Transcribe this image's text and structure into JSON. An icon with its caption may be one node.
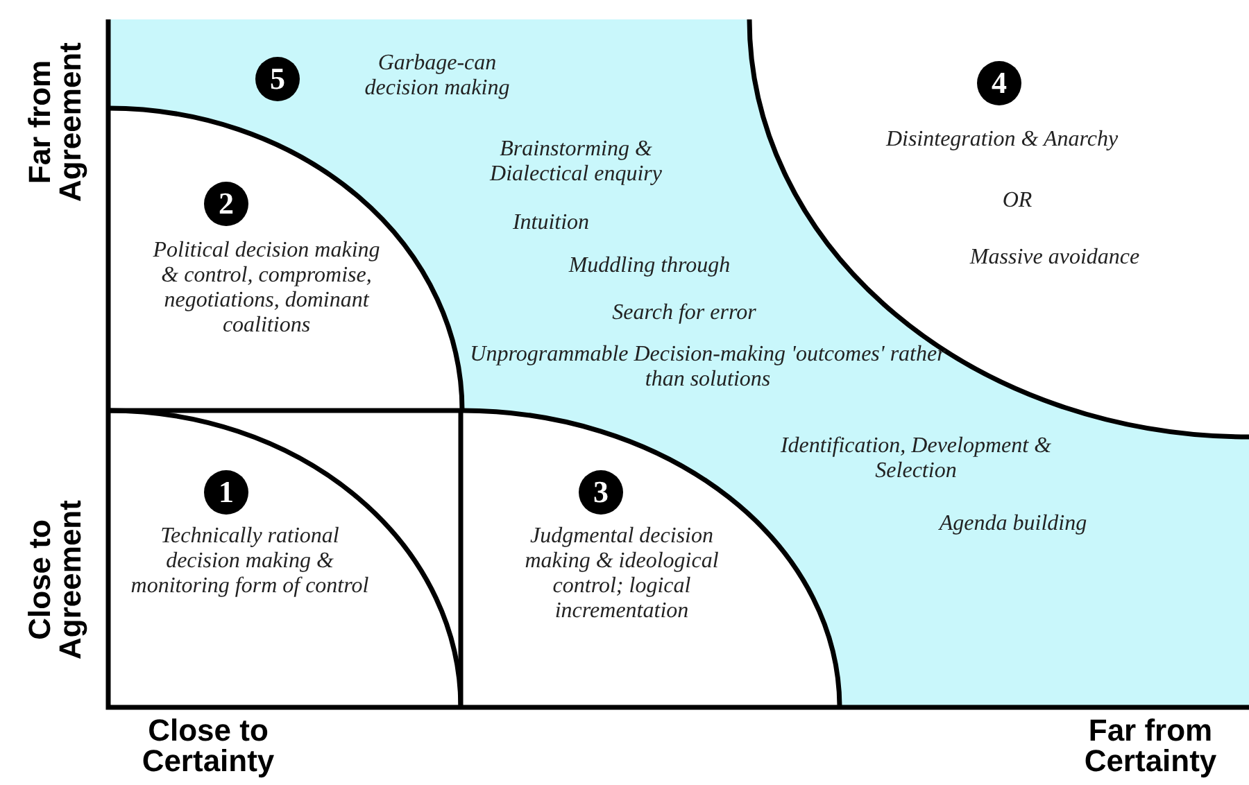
{
  "diagram": {
    "nodes": [
      {
        "text": [
          "Garbage-can decision making",
          "Brainstorming & Dialectical enquiry",
          "Intuition",
          "Muddling through",
          "Search for error",
          "Unprogrammable Decision-making 'outcomes' rather than solutions",
          "Identification, Development & Selection",
          "Agenda building"
        ]
      },
      {
        "text": [
          "5"
        ],
        "in": 0
      },
      {
        "text": [
          "Political decision making & control, compromise, negotiations, dominant coalitions"
        ]
      },
      {
        "text": [
          "2"
        ],
        "in": 2
      },
      {
        "text": [
          "Technically rational decision making & monitoring form of control"
        ]
      },
      {
        "text": [
          "1"
        ],
        "in": 4
      },
      {
        "text": [
          "Judgmental decision making & ideological control; logical incrementation"
        ]
      },
      {
        "text": [
          "3"
        ],
        "in": 6
      },
      {
        "text": [
          "Disintegration & Anarchy",
          "OR",
          "Massive avoidance"
        ]
      },
      {
        "text": [
          "4"
        ],
        "in": 8
      }
    ],
    "labels": [
      "Far from Agreement",
      "Close to Agreement",
      "Close to Certainty",
      "Far from Certainty"
    ]
  }
}
